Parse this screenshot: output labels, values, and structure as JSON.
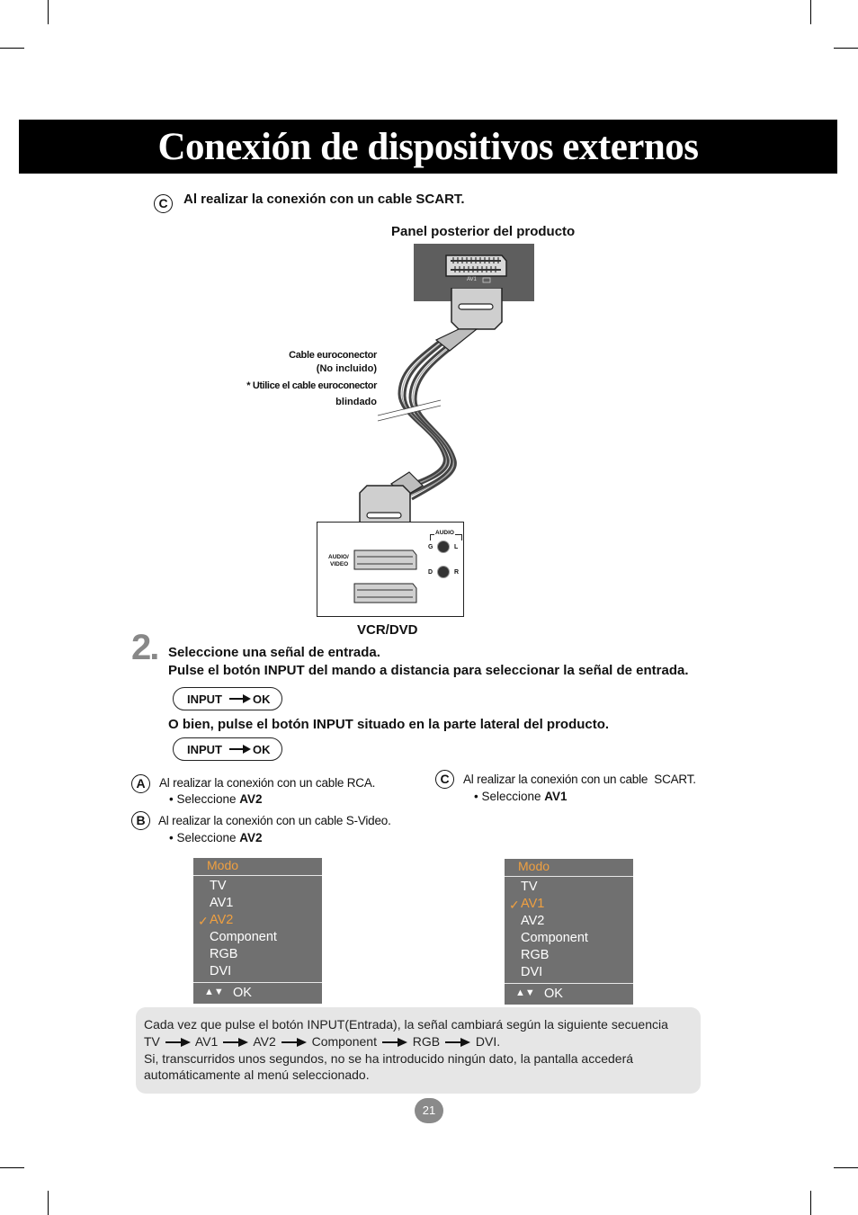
{
  "title": "Conexión de dispositivos externos",
  "section_c": {
    "badge": "C",
    "heading": "Al realizar la conexión con un cable SCART."
  },
  "diagram": {
    "panel_label": "Panel posterior del producto",
    "port_label": "AV1",
    "cable_label_1": "Cable euroconector",
    "cable_label_2": "(No incluido)",
    "cable_note_1": "* Utilice el cable euroconector",
    "cable_note_2": "blindado",
    "device_label": "VCR/DVD",
    "audio_video_1": "AUDIO/",
    "audio_video_2": "VIDEO",
    "audio_label": "AUDIO",
    "audio_g": "G",
    "audio_l": "L",
    "audio_d": "D",
    "audio_r": "R"
  },
  "step2": {
    "number": "2.",
    "line1": "Seleccione una señal de entrada.",
    "line2": "Pulse el botón INPUT del mando a distancia para seleccionar la señal de entrada.",
    "alt_line": "O bien, pulse el botón INPUT situado en la parte lateral del producto.",
    "pill_input": "INPUT",
    "pill_ok": "OK"
  },
  "options": {
    "a": {
      "badge": "A",
      "text": "Al realizar la conexión con un cable RCA.",
      "select_prefix": "• Seleccione ",
      "select_value": "AV2"
    },
    "b": {
      "badge": "B",
      "text": "Al realizar la conexión con un cable S-Video.",
      "select_prefix": "• Seleccione ",
      "select_value": "AV2"
    },
    "c": {
      "badge": "C",
      "text": "Al realizar la conexión con un cable  SCART.",
      "select_prefix": "• Seleccione ",
      "select_value": "AV1"
    }
  },
  "menu_left": {
    "header": "Modo",
    "items": [
      "TV",
      "AV1",
      "AV2",
      "Component",
      "RGB",
      "DVI"
    ],
    "selected": "AV2",
    "footer_ok": "OK"
  },
  "menu_right": {
    "header": "Modo",
    "items": [
      "TV",
      "AV1",
      "AV2",
      "Component",
      "RGB",
      "DVI"
    ],
    "selected": "AV1",
    "footer_ok": "OK"
  },
  "note": {
    "line1": "Cada vez que pulse el botón INPUT(Entrada), la señal cambiará según la siguiente secuencia",
    "sequence": [
      "TV",
      "AV1",
      "AV2",
      "Component",
      "RGB",
      "DVI."
    ],
    "line3": "Si, transcurridos unos segundos, no se ha introducido ningún dato, la pantalla accederá",
    "line4": "automáticamente al menú seleccionado."
  },
  "page_number": "21"
}
